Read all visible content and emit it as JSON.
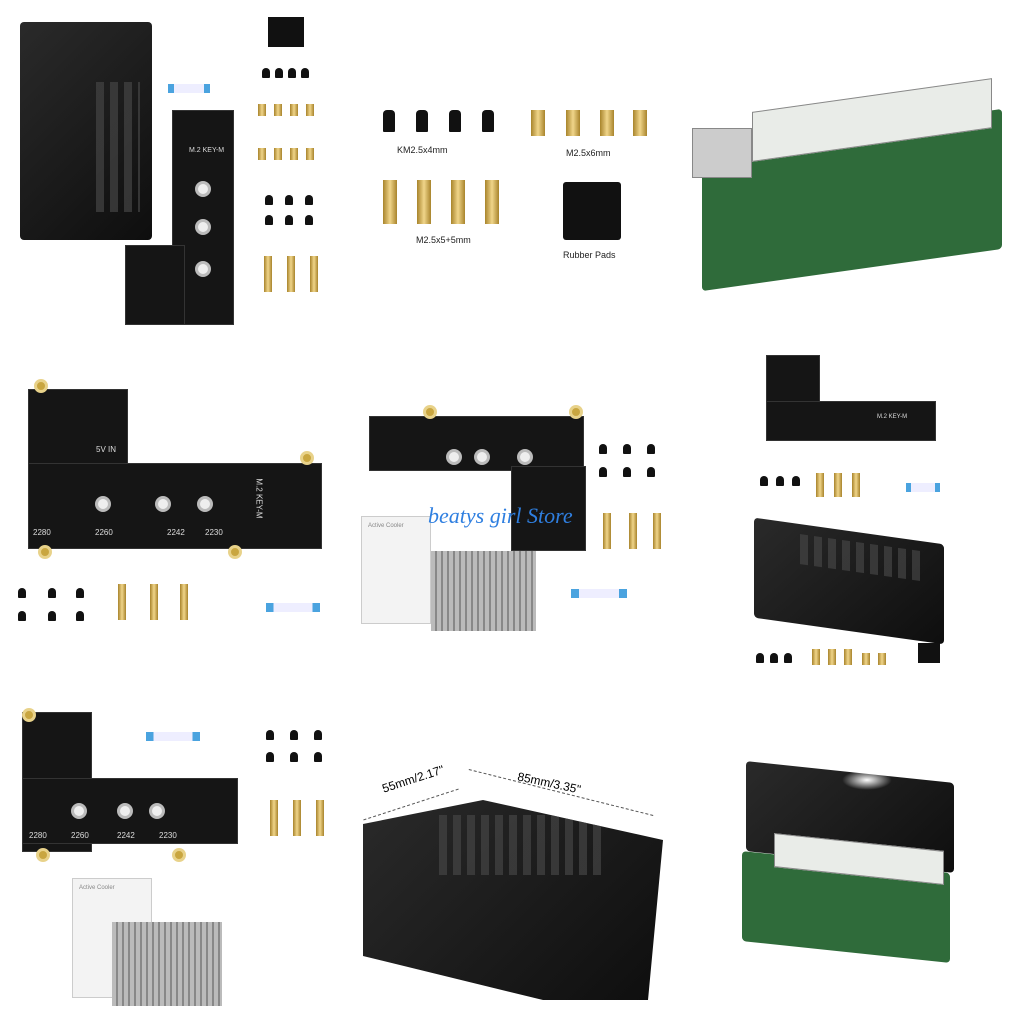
{
  "panels": {
    "accessories": {
      "labels": [
        "KM2.5x4mm",
        "M2.5x6mm",
        "M2.5x5+5mm",
        "Rubber Pads"
      ]
    },
    "board": {
      "title": "M.2 KEY-M",
      "sizes": [
        "2280",
        "2260",
        "2242",
        "2230"
      ],
      "power_label": "5V IN"
    },
    "dimensions": {
      "depth": "55mm/2.17\"",
      "width": "85mm/3.35\""
    },
    "fan_box": {
      "brand": "Active Cooler"
    }
  },
  "watermark": "beatys girl Store",
  "colors": {
    "pcb": "#151515",
    "brass": "#d4b060",
    "cable": "#4aa3df",
    "watermark": "#2f7fe0"
  }
}
